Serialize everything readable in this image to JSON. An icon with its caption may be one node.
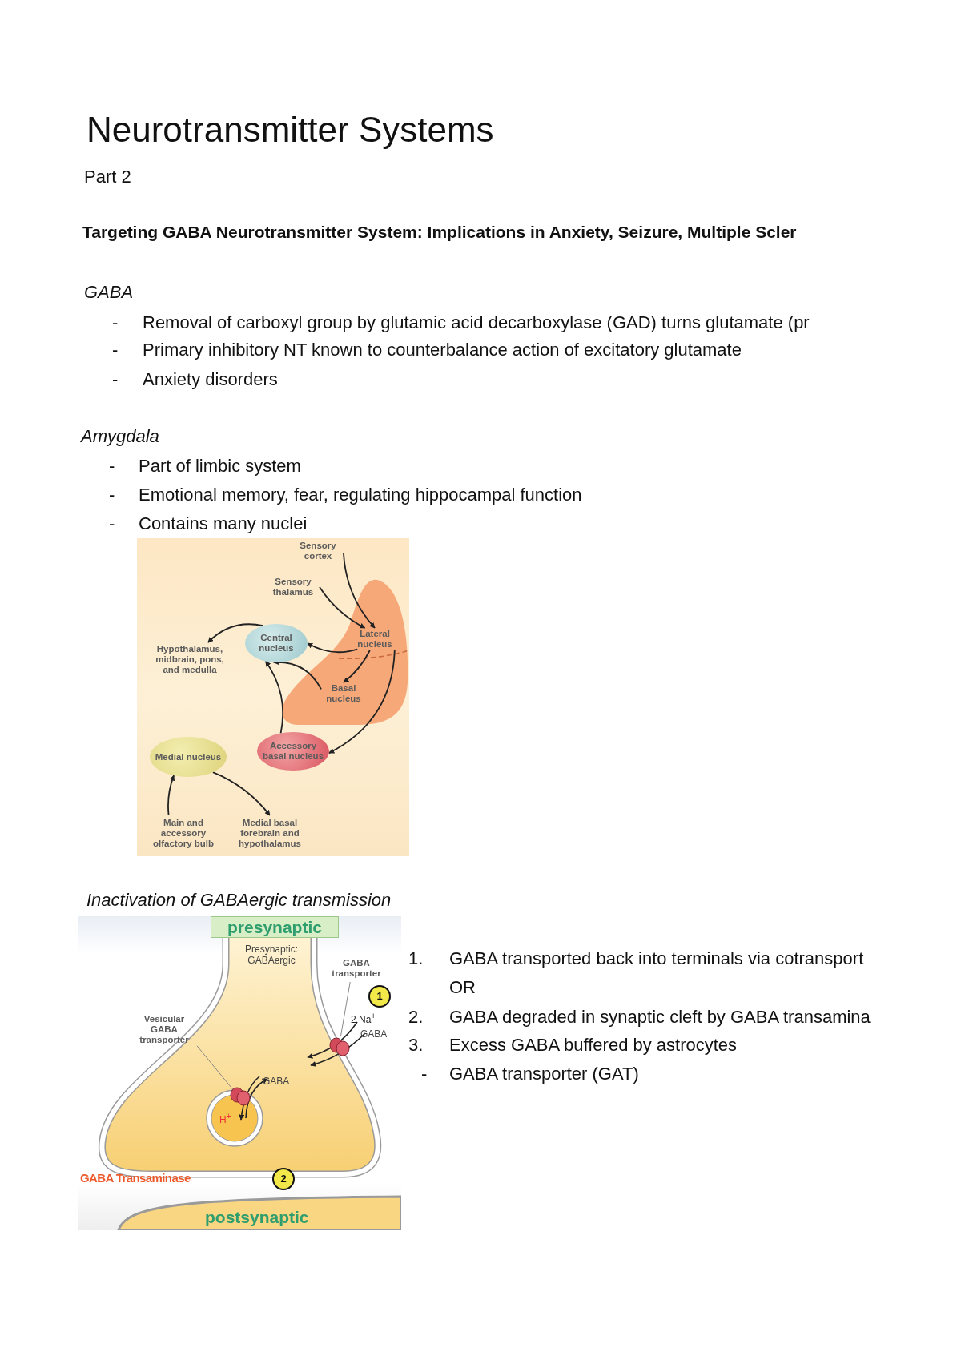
{
  "diagram": {
    "title": "Neurotransmitter Systems",
    "nodes": [
      {
        "text": [
          "Sensory cortex"
        ]
      },
      {
        "text": [
          "Sensory thalamus"
        ]
      },
      {
        "text": [
          "Lateral nucleus"
        ]
      },
      {
        "text": [
          "Central nucleus"
        ]
      },
      {
        "text": [
          "Hypothalamus, midbrain, pons, and medulla"
        ]
      },
      {
        "text": [
          "Basal nucleus"
        ]
      },
      {
        "text": [
          "Accessory basal nucleus"
        ]
      },
      {
        "text": [
          "Medial nucleus"
        ]
      },
      {
        "text": [
          "Main and accessory olfactory bulb"
        ]
      },
      {
        "text": [
          "Medial basal forebrain and hypothalamus"
        ]
      },
      {
        "text": [
          "presynaptic"
        ]
      },
      {
        "text": [
          "GABA transporter"
        ]
      },
      {
        "text": [],
        "shape": "circle"
      },
      {
        "text": [
          "Vesicular GABA transporter"
        ]
      },
      {
        "text": [],
        "shape": "circle"
      }
    ],
    "edges": [
      {
        "from": 0,
        "to": 2,
        "arrow": "to"
      },
      {
        "from": 1,
        "to": 2,
        "arrow": "to"
      },
      {
        "from": 2,
        "to": 3,
        "arrow": "to"
      },
      {
        "from": 2,
        "to": 5,
        "arrow": "to"
      },
      {
        "from": 2,
        "to": 6,
        "arrow": "to"
      },
      {
        "from": 5,
        "to": 3,
        "arrow": "to"
      },
      {
        "from": 6,
        "to": 3,
        "arrow": "to"
      },
      {
        "from": 3,
        "to": 4,
        "arrow": "to"
      },
      {
        "from": 8,
        "to": 7,
        "arrow": "to"
      },
      {
        "from": 7,
        "to": 9,
        "arrow": "to"
      },
      {
        "from": 11,
        "to": 12,
        "arrow": "none",
        "color": "#888888"
      },
      {
        "from": 13,
        "to": 14,
        "arrow": "none",
        "color": "#888888"
      }
    ],
    "labels": [
      "Part 2",
      "Targeting GABA Neurotransmitter System: Implications in Anxiety, Seizure, Multiple Scler",
      "GABA",
      "-",
      "Removal of carboxyl group by glutamic acid decarboxylase (GAD) turns glutamate (pr",
      "-",
      "Primary inhibitory NT known to counterbalance action of excitatory glutamate",
      "-",
      "Anxiety disorders",
      "Amygdala",
      "-",
      "Part of limbic system",
      "-",
      "Emotional memory, fear, regulating hippocampal function",
      "-",
      "Contains many nuclei",
      "Inactivation of GABAergic transmission",
      "Presynaptic: GABAergic",
      "1",
      "2 Na$^{+}$",
      "GABA",
      "GABA",
      "H$^{+}$",
      "GABA Transaminase",
      "2",
      "postsynaptic",
      "1.",
      "GABA transported back into terminals via cotransport",
      "OR",
      "2.",
      "GABA degraded in synaptic cleft by GABA transamina",
      "3.",
      "Excess GABA buffered by astrocytes",
      "-",
      "GABA transporter (GAT)"
    ]
  }
}
